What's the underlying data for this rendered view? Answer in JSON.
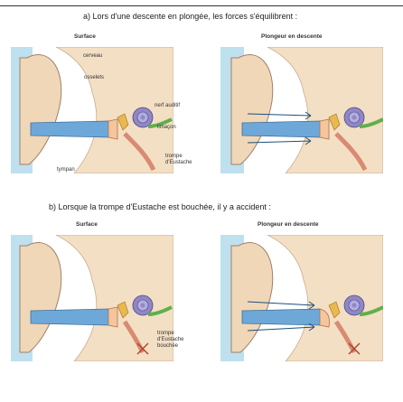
{
  "section_a": {
    "caption": "a) Lors d'une descente en plongée, les forces s'équilibrent :",
    "left_label": "Surface",
    "right_label": "Plongeur en descente",
    "annotations": {
      "cerveau": "cerveau",
      "osselets": "osselets",
      "nerf": "nerf auditif",
      "limacon": "limaçon",
      "trompe": "trompe\nd'Eustache",
      "tympan": "tympan"
    }
  },
  "section_b": {
    "caption": "b) Lorsque la trompe d'Eustache est bouchée, il y a accident :",
    "left_label": "Surface",
    "right_label": "Plongeur en descente",
    "annotations": {
      "trompe_bouchee": "trompe\nd'Eustache\nbouchée"
    }
  },
  "colors": {
    "skin": "#f0d7b8",
    "ear_canal": "#6ea8d8",
    "water": "#bfe0ef",
    "cochlea": "#8f87c6",
    "nerve": "#5fb04a",
    "tube": "#d98a72"
  }
}
